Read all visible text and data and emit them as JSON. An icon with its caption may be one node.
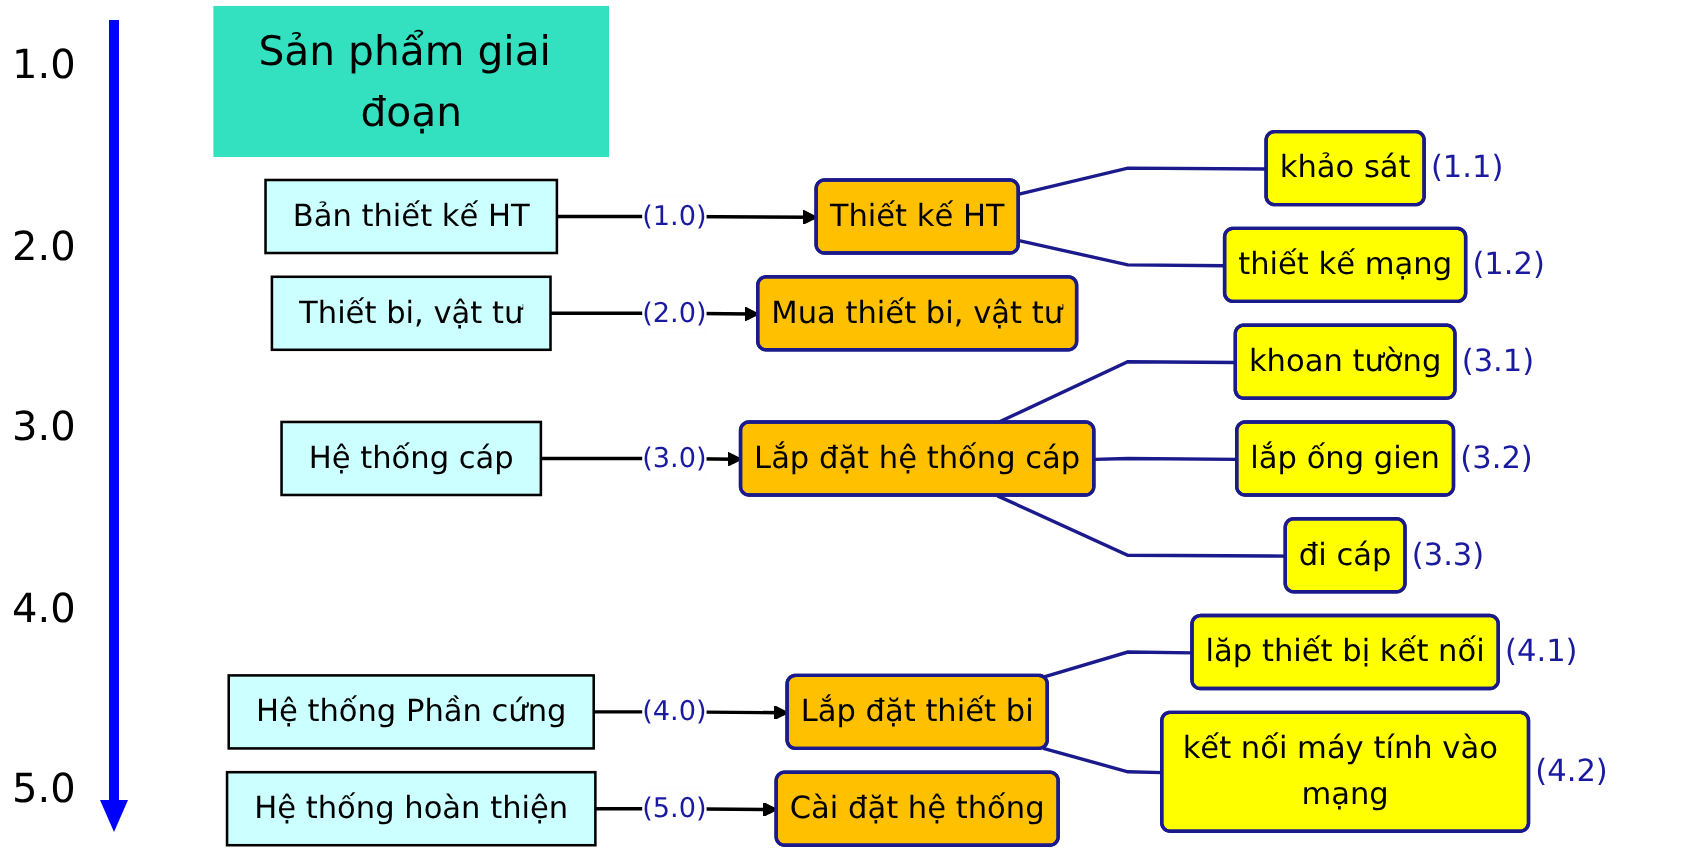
{
  "diagram": {
    "nodes": [
      {
        "text": [
          "Sản phẩm giai đoạn"
        ]
      },
      {
        "text": [
          "Bản thiết kế HT"
        ]
      },
      {
        "text": [
          "Thiết kế HT"
        ]
      },
      {
        "text": [
          "khảo sát"
        ],
        "beside": [
          "(1.1)"
        ]
      },
      {
        "text": [
          "thiết kế mạng"
        ],
        "beside": [
          "(1.2)"
        ]
      },
      {
        "text": [
          "Thiết bi, vật tư"
        ]
      },
      {
        "text": [
          "Mua thiết bi, vật tư"
        ]
      },
      {
        "text": [
          "Hệ thống cáp"
        ]
      },
      {
        "text": [
          "Lắp đặt hệ thống cáp"
        ]
      },
      {
        "text": [
          "khoan tường"
        ],
        "beside": [
          "(3.1)"
        ]
      },
      {
        "text": [
          "lắp ống gien"
        ],
        "beside": [
          "(3.2)"
        ]
      },
      {
        "text": [
          "đi cáp"
        ],
        "beside": [
          "(3.3)"
        ]
      },
      {
        "text": [
          "Hệ thống Phần cứng"
        ]
      },
      {
        "text": [
          "Lắp đặt thiết bi"
        ]
      },
      {
        "text": [
          "lăp thiết bị kết nối"
        ],
        "beside": [
          "(4.1)"
        ]
      },
      {
        "text": [
          "kết nối máy tính vào mạng"
        ],
        "beside": [
          "(4.2)"
        ]
      },
      {
        "text": [
          "Hệ thống hoàn thiện"
        ]
      },
      {
        "text": [
          "Cài đặt hệ thống"
        ]
      }
    ],
    "edges": [
      {
        "from": 1,
        "to": 2,
        "arrow": "to",
        "label": "(1.0)",
        "color": "#000000"
      },
      {
        "from": 2,
        "to": 3,
        "arrow": "none"
      },
      {
        "from": 2,
        "to": 4,
        "arrow": "none"
      },
      {
        "from": 5,
        "to": 6,
        "arrow": "to",
        "label": "(2.0)",
        "color": "#000000"
      },
      {
        "from": 7,
        "to": 8,
        "arrow": "to",
        "label": "(3.0)",
        "color": "#000000"
      },
      {
        "from": 8,
        "to": 9,
        "arrow": "none"
      },
      {
        "from": 8,
        "to": 10,
        "arrow": "none"
      },
      {
        "from": 8,
        "to": 11,
        "arrow": "none"
      },
      {
        "from": 12,
        "to": 13,
        "arrow": "to",
        "label": "(4.0)",
        "color": "#000000"
      },
      {
        "from": 13,
        "to": 14,
        "arrow": "none"
      },
      {
        "from": 13,
        "to": 15,
        "arrow": "none"
      },
      {
        "from": 16,
        "to": 17,
        "arrow": "to",
        "label": "(5.0)",
        "color": "#000000"
      }
    ],
    "labels": [
      "1.0",
      "2.0",
      "3.0",
      "4.0",
      "5.0"
    ]
  }
}
